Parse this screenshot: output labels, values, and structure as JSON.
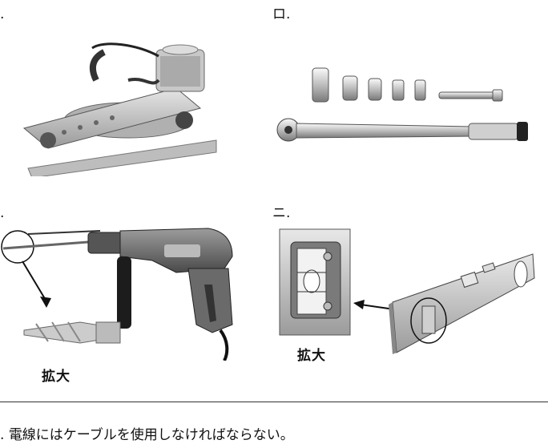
{
  "labels": {
    "i": ".",
    "ro": "ロ.",
    "ha": ".",
    "ni": "ニ."
  },
  "zoom_label": "拡大",
  "question": {
    "prefix": ".",
    "text": "電線にはケーブルを使用しなければならない。"
  }
}
